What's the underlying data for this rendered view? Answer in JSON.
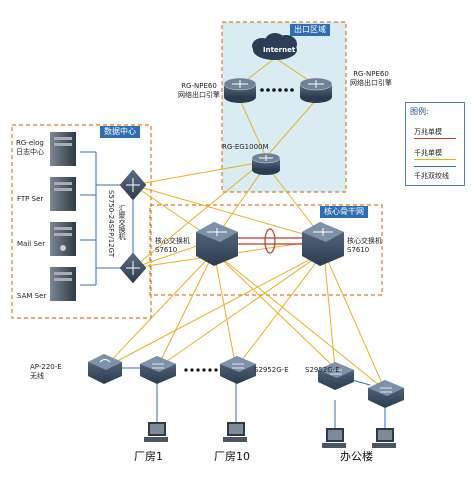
{
  "zones": {
    "exit": "出口区域",
    "datacenter": "数据中心",
    "core": "核心骨干网"
  },
  "internet_label": "Internet",
  "devices": {
    "npe_left": [
      "RG-NPE60",
      "网络出口引擎"
    ],
    "npe_right": [
      "RG-NPE60",
      "网络出口引擎"
    ],
    "eg": "RG-EG1000M",
    "core_left": [
      "核心交换机",
      "S7610"
    ],
    "core_right": [
      "核心交换机",
      "S7610"
    ],
    "agg_switch": [
      "S5750-24SFP/12GT",
      "汇聚交换机"
    ],
    "ap": [
      "AP-220-E",
      "无线"
    ],
    "s2952_mid": "S2952G-E",
    "s2952_right": "S2952G-E"
  },
  "servers": [
    {
      "name": "RG-elog",
      "sub": "日志中心"
    },
    {
      "name": "FTP Ser",
      "sub": ""
    },
    {
      "name": "Mail Ser",
      "sub": ""
    },
    {
      "name": "SAM Ser",
      "sub": ""
    }
  ],
  "buildings": {
    "b1": "厂房1",
    "b10": "厂房10",
    "office": "办公楼"
  },
  "legend": {
    "title": "图例:",
    "items": [
      {
        "label": "万兆单模",
        "color": "#c0392b"
      },
      {
        "label": "千兆单模",
        "color": "#e8b020"
      },
      {
        "label": "千兆双绞线",
        "color": "#2f6db5"
      }
    ]
  },
  "colors": {
    "single_mode_10g": "#c0392b",
    "single_mode_1g": "#e8b020",
    "twisted_pair": "#2f6db5",
    "zone_border": "#e07a2a",
    "exit_fill": "#d9ecf2"
  }
}
